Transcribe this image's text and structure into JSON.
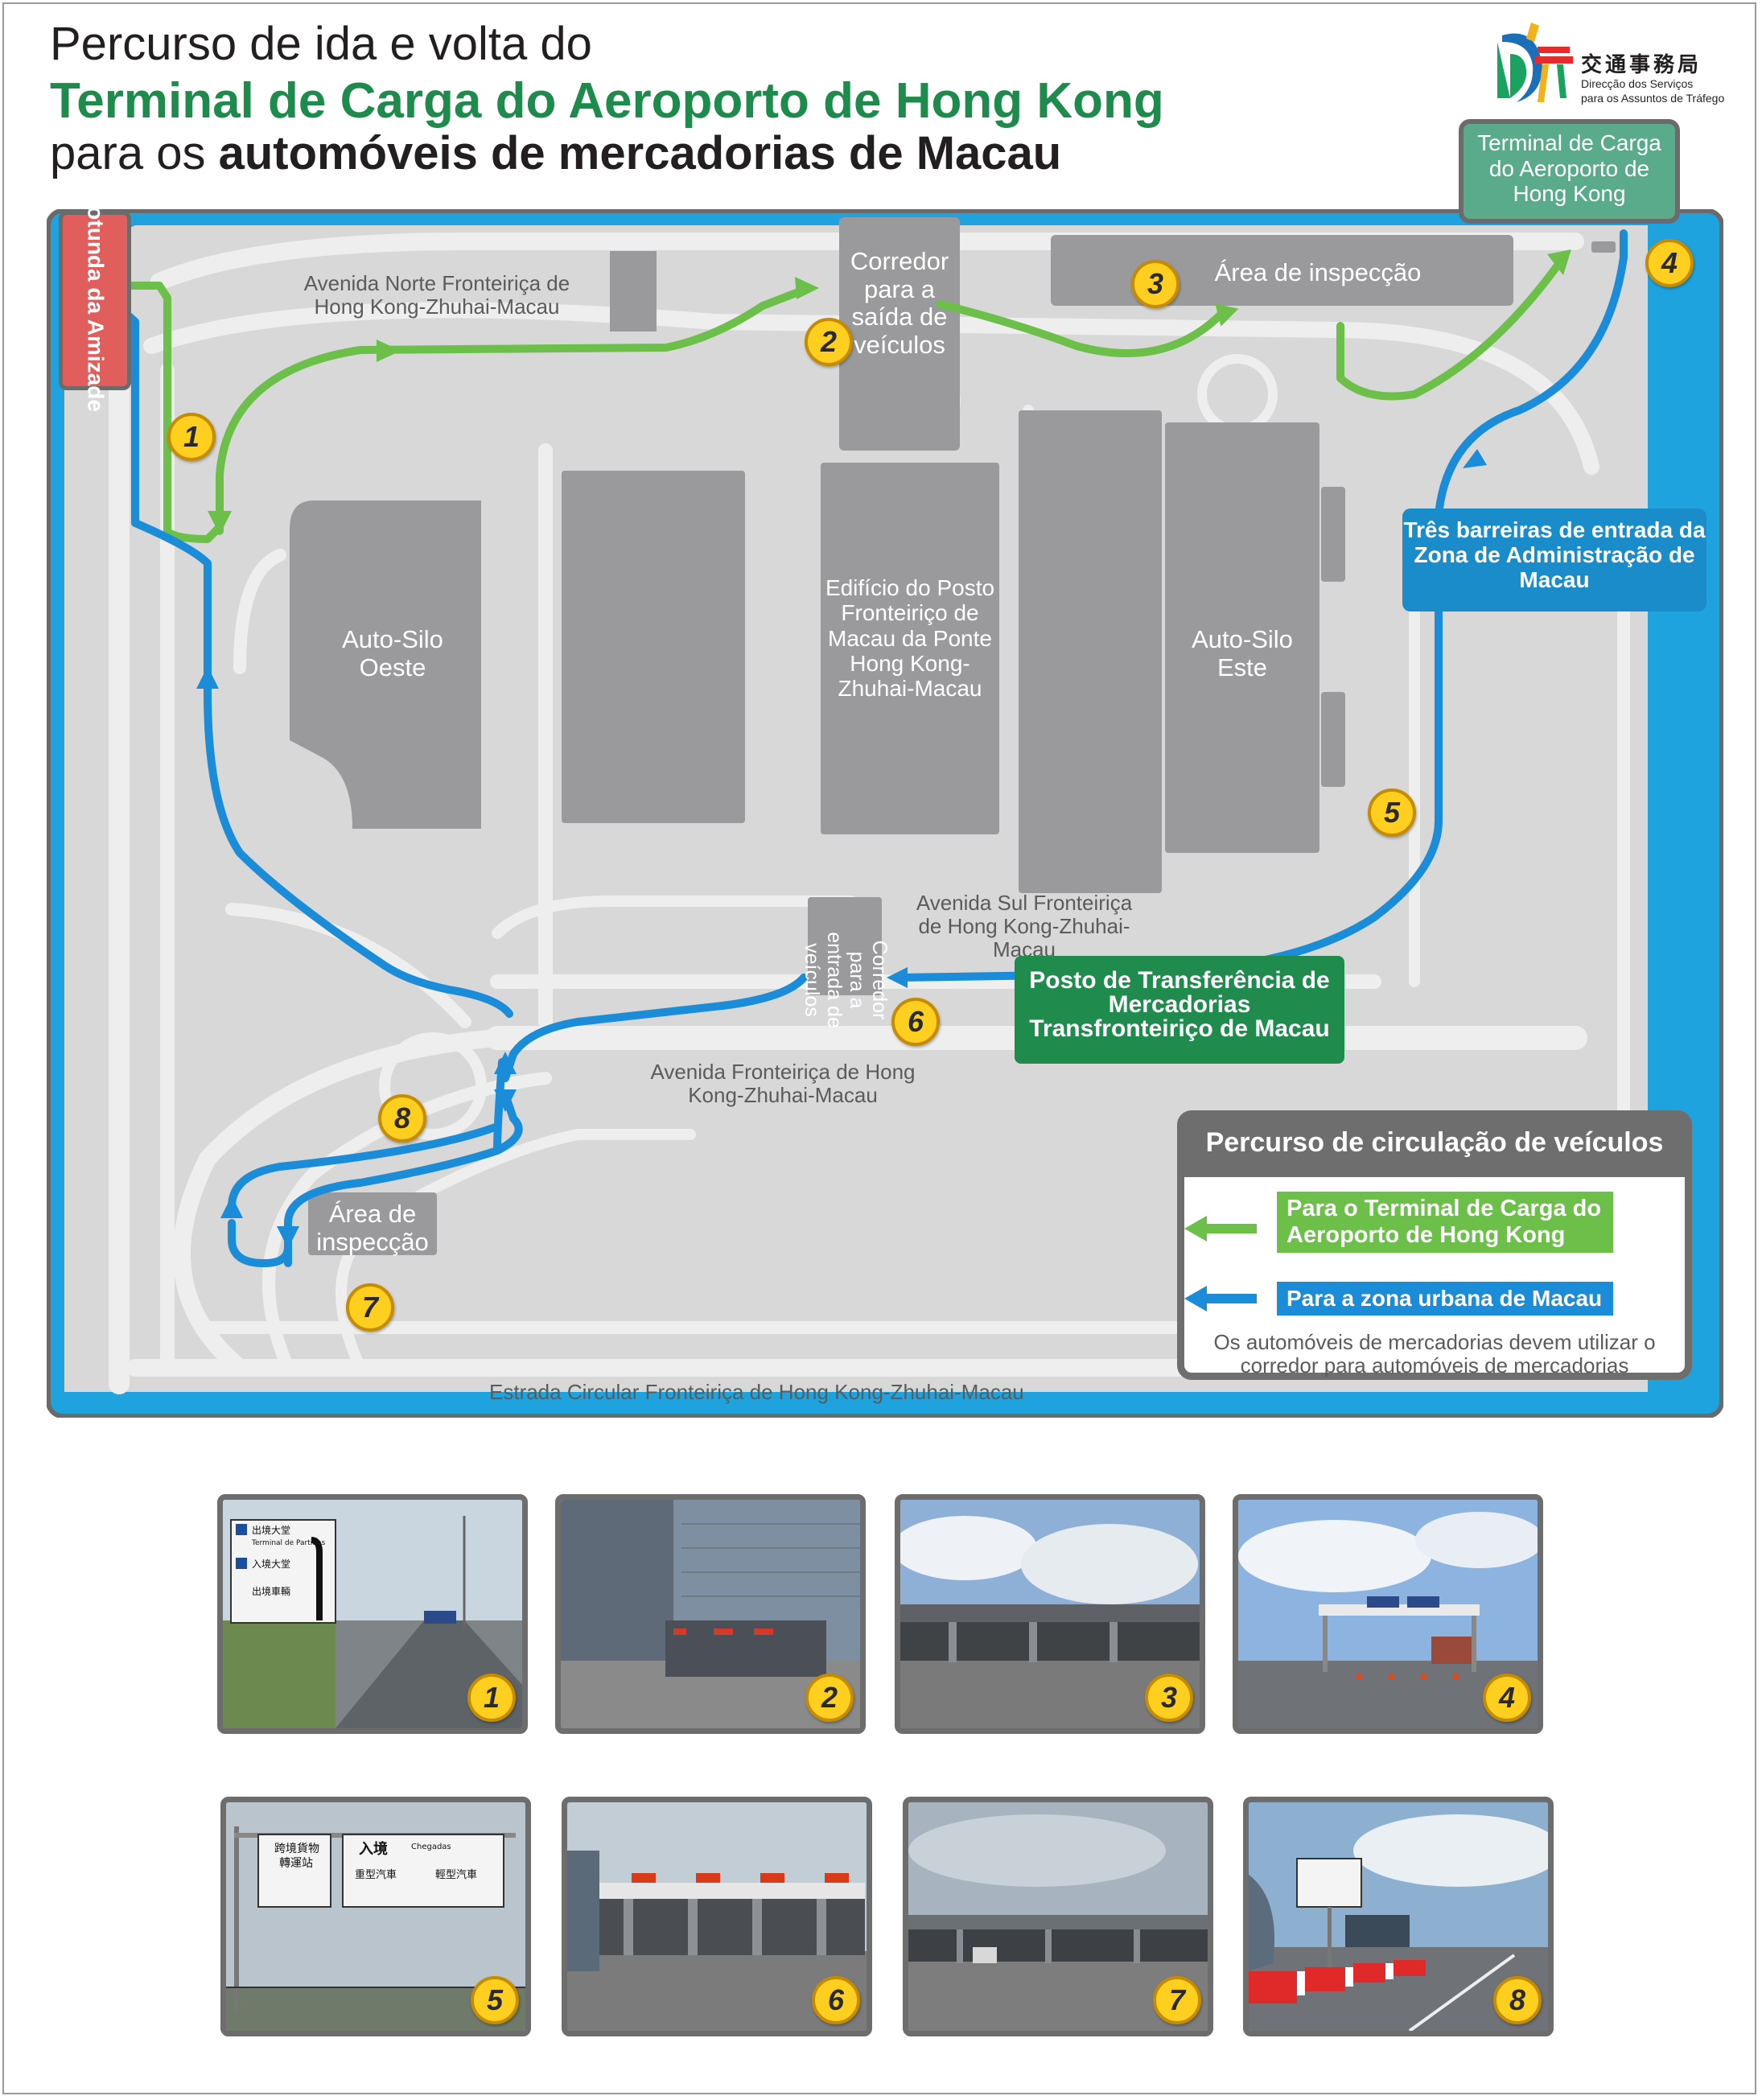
{
  "header": {
    "line1": "Percurso de ida e volta do",
    "line2": "Terminal de Carga do Aeroporto de Hong Kong",
    "line3_prefix": "para os ",
    "line3_bold": "automóveis de mercadorias de Macau"
  },
  "logo": {
    "chinese": "交通事務局",
    "portuguese_1": "Direcção dos Serviços",
    "portuguese_2": "para os Assuntos de Tráfego"
  },
  "map": {
    "rotunda": "Rotunda da Amizade",
    "cargo_terminal": "Terminal de Carga do Aeroporto de Hong Kong",
    "roads": {
      "north": "Avenida Norte Fronteiriça de Hong Kong-Zhuhai-Macau",
      "south": "Avenida Sul Fronteiriça de Hong Kong-Zhuhai-Macau",
      "main": "Avenida Fronteiriça de Hong Kong-Zhuhai-Macau",
      "ring": "Estrada Circular Fronteiriça de Hong Kong-Zhuhai-Macau"
    },
    "buildings": {
      "exit_corridor": "Corredor para a saída de veículos",
      "inspection_north": "Área de inspecção",
      "car_park_west": "Auto-Silo Oeste",
      "border_building": "Edifício do Posto Fronteiriço de Macau da Ponte Hong Kong-Zhuhai-Macau",
      "car_park_east": "Auto-Silo Este",
      "entry_corridor": "Corredor para a entrada de veículos",
      "inspection_south": "Área de inspecção"
    },
    "barriers": "Três barreiras de entrada da Zona de Administração de Macau",
    "transfer_post": "Posto de Transferência de Mercadorias Transfronteiriço de Macau",
    "markers": [
      "1",
      "2",
      "3",
      "4",
      "5",
      "6",
      "7",
      "8"
    ]
  },
  "legend": {
    "title": "Percurso de circulação de veículos",
    "green_label": "Para o Terminal de Carga do Aeroporto de Hong Kong",
    "blue_label": "Para a zona urbana de Macau",
    "note": "Os automóveis de mercadorias devem utilizar o corredor para automóveis de mercadorias",
    "green_color": "#6cc04a",
    "blue_color": "#1a8cd8"
  },
  "photos": [
    {
      "number": "1"
    },
    {
      "number": "2"
    },
    {
      "number": "3"
    },
    {
      "number": "4"
    },
    {
      "number": "5"
    },
    {
      "number": "6"
    },
    {
      "number": "7"
    },
    {
      "number": "8"
    }
  ],
  "photo_signs": {
    "p1_line1": "出境大堂",
    "p1_line2": "Terminal de Partidas",
    "p1_line3": "入境大堂",
    "p1_line4": "出境車輛",
    "p5_line1": "跨境貨物",
    "p5_line2": "轉運站",
    "p5_line3": "入境",
    "p5_line4": "Chegadas",
    "p5_line5": "重型汽車",
    "p5_line6": "輕型汽車"
  }
}
